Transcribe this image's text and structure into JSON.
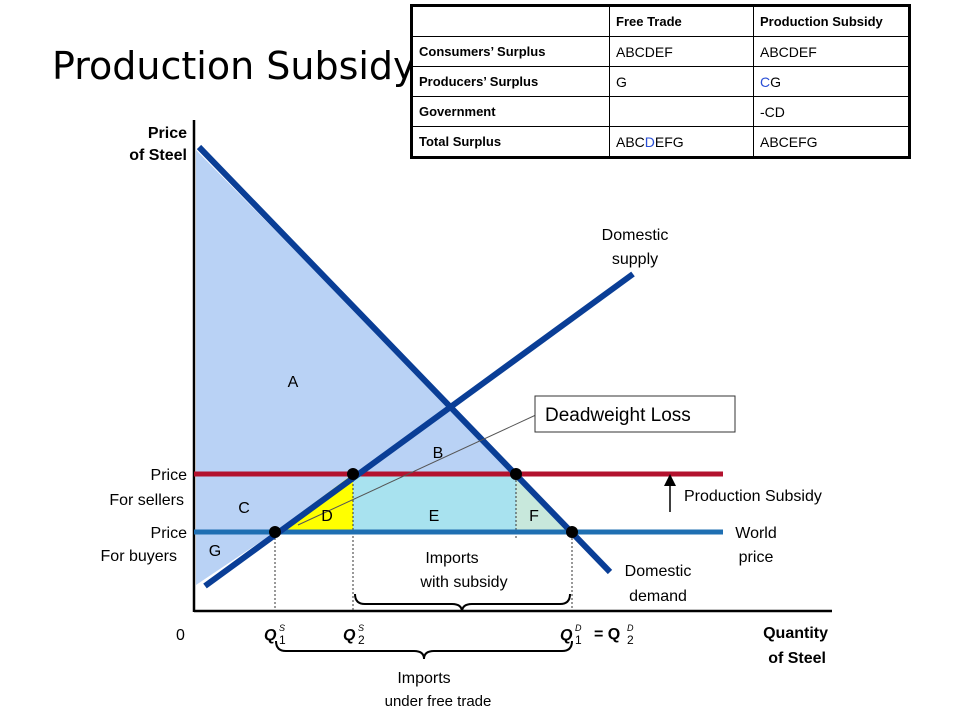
{
  "title": "Production Subsidy",
  "table": {
    "headers": [
      "",
      "Free Trade",
      "Production Subsidy"
    ],
    "rows": [
      {
        "label": "Consumers’ Surplus",
        "free_trade": "ABCDEF",
        "subsidy": "ABCDEF"
      },
      {
        "label": "Producers’ Surplus",
        "free_trade": "G",
        "subsidy_pre": "",
        "subsidy_blue": "C",
        "subsidy_post": "G"
      },
      {
        "label": "Government",
        "free_trade": "",
        "subsidy": "-CD"
      },
      {
        "label": "Total Surplus",
        "free_trade_pre": "ABC",
        "free_trade_blue": "D",
        "free_trade_post": "EFG",
        "subsidy": "ABCEFG"
      }
    ]
  },
  "diagram": {
    "y_axis_label_1": "Price",
    "y_axis_label_2": "of Steel",
    "x_axis_label_1": "Quantity",
    "x_axis_label_2": "of Steel",
    "origin": "0",
    "supply_label_1": "Domestic",
    "supply_label_2": "supply",
    "demand_label_1": "Domestic",
    "demand_label_2": "demand",
    "price_sellers_1": "Price",
    "price_sellers_2": "For sellers",
    "price_buyers_1": "Price",
    "price_buyers_2": "For buyers",
    "world_price_1": "World",
    "world_price_2": "price",
    "subsidy_label": "Production Subsidy",
    "deadweight_loss": "Deadweight Loss",
    "imports_subsidy_1": "Imports",
    "imports_subsidy_2": "with subsidy",
    "imports_free_1": "Imports",
    "imports_free_2": "under free trade",
    "region_a": "A",
    "region_b": "B",
    "region_c": "C",
    "region_d": "D",
    "region_e": "E",
    "region_f": "F",
    "region_g": "G",
    "q1s": "Q",
    "q1s_sup": "S",
    "q1s_sub": "1",
    "q2s": "Q",
    "q2s_sup": "S",
    "q2s_sub": "2",
    "q1d": "Q",
    "q1d_sup": "D",
    "q1d_sub": "1",
    "eq": "= Q",
    "q2d_sup": "D",
    "q2d_sub": "2"
  },
  "colors": {
    "consumer_surplus": "#b9d2f5",
    "deadweight_loss": "#ffff00",
    "import_region": "#a8e2ef",
    "f_region": "#c8e8dc",
    "curves": "#0a3e96",
    "seller_price": "#b3122e",
    "world_price": "#1f6fb2"
  }
}
